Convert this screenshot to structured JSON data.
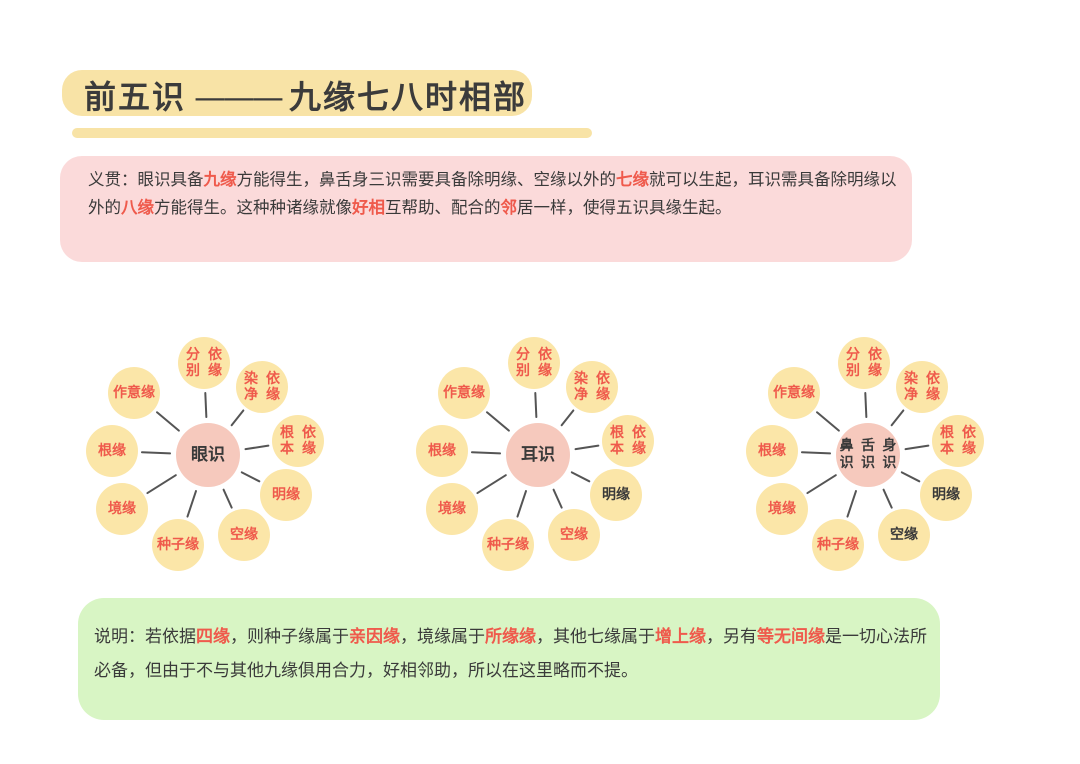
{
  "title": {
    "left": "前五识",
    "dash": "———",
    "right": "九缘七八时相部"
  },
  "intro": {
    "seg1": "义贯：眼识具备",
    "hl1": "九缘",
    "seg2": "方能得生，鼻舌身三识需要具备除明缘、空缘以外的",
    "hl2": "七缘",
    "seg3": "就可以生起，耳识需具备除明缘以外的",
    "hl3": "八缘",
    "seg4": "方能得生。这种种诸缘就像",
    "hl4": "好相",
    "seg5": "互帮助、配合的",
    "hl5": "邻",
    "seg6": "居一样，使得五识具缘生起。"
  },
  "diagrams": [
    {
      "center": "眼识",
      "petals": [
        {
          "label": "分别\n依缘",
          "color": "red"
        },
        {
          "label": "染净\n依缘",
          "color": "red"
        },
        {
          "label": "根本\n依缘",
          "color": "red"
        },
        {
          "label": "明缘",
          "color": "red"
        },
        {
          "label": "空缘",
          "color": "red"
        },
        {
          "label": "种子\n缘",
          "color": "red"
        },
        {
          "label": "境缘",
          "color": "red"
        },
        {
          "label": "根缘",
          "color": "red"
        },
        {
          "label": "作意\n缘",
          "color": "red"
        }
      ]
    },
    {
      "center": "耳识",
      "petals": [
        {
          "label": "分别\n依缘",
          "color": "red"
        },
        {
          "label": "染净\n依缘",
          "color": "red"
        },
        {
          "label": "根本\n依缘",
          "color": "red"
        },
        {
          "label": "明缘",
          "color": "dark"
        },
        {
          "label": "空缘",
          "color": "red"
        },
        {
          "label": "种子\n缘",
          "color": "red"
        },
        {
          "label": "境缘",
          "color": "red"
        },
        {
          "label": "根缘",
          "color": "red"
        },
        {
          "label": "作意\n缘",
          "color": "red"
        }
      ]
    },
    {
      "center": "鼻识\n舌识\n身识",
      "petals": [
        {
          "label": "分别\n依缘",
          "color": "red"
        },
        {
          "label": "染净\n依缘",
          "color": "red"
        },
        {
          "label": "根本\n依缘",
          "color": "red"
        },
        {
          "label": "明缘",
          "color": "dark"
        },
        {
          "label": "空缘",
          "color": "dark"
        },
        {
          "label": "种子\n缘",
          "color": "red"
        },
        {
          "label": "境缘",
          "color": "red"
        },
        {
          "label": "根缘",
          "color": "red"
        },
        {
          "label": "作意\n缘",
          "color": "red"
        }
      ]
    }
  ],
  "footer": {
    "seg1": "说明：若依据",
    "hl1": "四缘",
    "seg2": "，则种子缘属于",
    "hl2": "亲因缘",
    "seg3": "，境缘属于",
    "hl3": "所缘缘",
    "seg4": "，其他七缘属于",
    "hl4": "增上缘",
    "seg5": "，另有",
    "hl5": "等无间缘",
    "seg6": "是一切心法所必备，但由于不与其他九缘俱用合力，好相邻助，所以在这里略而不提。"
  },
  "colors": {
    "red": "#ef5a4c",
    "petal": "#fbe6a8",
    "center": "#f6c9bd",
    "pink_note": "#fbdada",
    "green_note": "#d8f5c4",
    "title_bg": "#f8e3a6"
  }
}
